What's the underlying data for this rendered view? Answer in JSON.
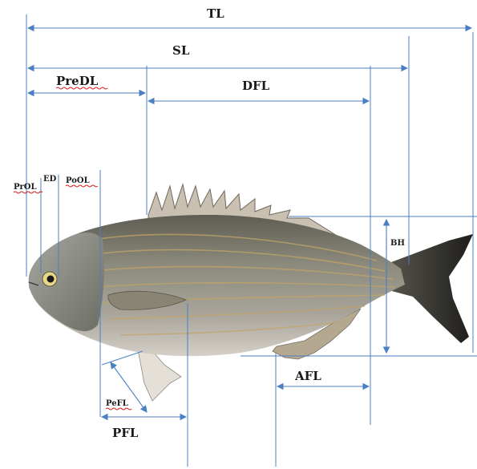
{
  "labels": {
    "tl": "TL",
    "sl": "SL",
    "predl": "PreDL",
    "dfl": "DFL",
    "preol": "PrOL",
    "ed": "ED",
    "poal": "PoOL",
    "bh": "BH",
    "afl": "AFL",
    "pefl": "PeFL",
    "pfl": "PFL"
  },
  "colors": {
    "guide": "#4a7fc1",
    "fish_body": "#8a8a7a",
    "fish_belly": "#c8c4bc",
    "stripe": "#b89a5a",
    "fin": "#7a766e",
    "tail": "#3a3834"
  }
}
